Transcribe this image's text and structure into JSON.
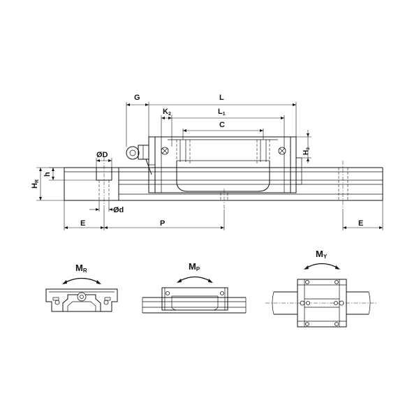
{
  "labels": {
    "G": "G",
    "L": "L",
    "K": "K",
    "K_sub": "2",
    "L1": "L",
    "L1_sub": "1",
    "C": "C",
    "H": "H",
    "H_sub": "R",
    "H3": "H",
    "H3_sub": "3",
    "h": "h",
    "D": "ØD",
    "d": "Ød",
    "E_left": "E",
    "P": "P",
    "E_right": "E",
    "MR": "M",
    "MR_sub": "R",
    "MP": "M",
    "MP_sub": "P",
    "MY": "M",
    "MY_sub": "Y"
  }
}
